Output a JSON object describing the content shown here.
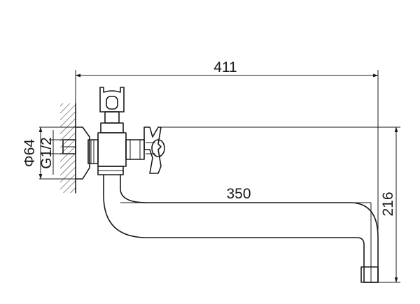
{
  "dimensions": {
    "overall_length": "411",
    "spout_length": "350",
    "height": "216",
    "diameter": "Φ64",
    "thread": "G1/2"
  }
}
